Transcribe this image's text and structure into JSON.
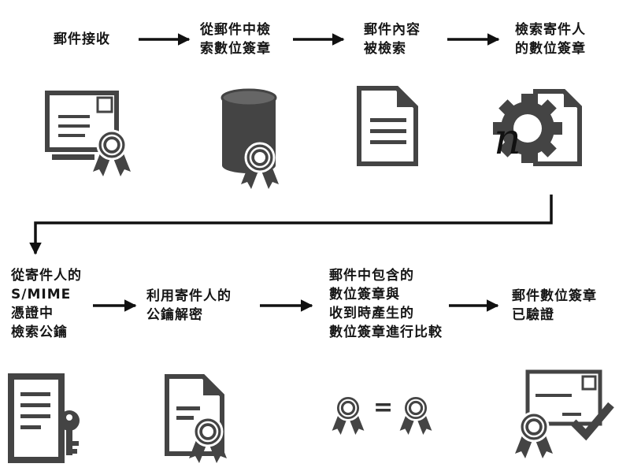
{
  "steps": [
    {
      "id": 1,
      "lines": [
        "郵件接收"
      ],
      "icon": "envelope-certificate-icon"
    },
    {
      "id": 2,
      "lines": [
        "從郵件中檢",
        "索數位簽章"
      ],
      "icon": "database-certificate-icon"
    },
    {
      "id": 3,
      "lines": [
        "郵件內容",
        "被檢索"
      ],
      "icon": "document-icon"
    },
    {
      "id": 4,
      "lines": [
        "檢索寄件人",
        "的數位簽章"
      ],
      "icon": "gear-document-icon"
    },
    {
      "id": 5,
      "lines": [
        "從寄件人的",
        "S/MIME",
        "憑證中",
        "檢索公鑰"
      ],
      "icon": "certificate-key-icon"
    },
    {
      "id": 6,
      "lines": [
        "利用寄件人的",
        "公鑰解密"
      ],
      "icon": "document-certificate-icon"
    },
    {
      "id": 7,
      "lines": [
        "郵件中包含的",
        "數位簽章與",
        "收到時產生的",
        "數位簽章進行比較"
      ],
      "icon": "certificate-equals-certificate-icon"
    },
    {
      "id": 8,
      "lines": [
        "郵件數位簽章",
        "已驗證"
      ],
      "icon": "envelope-certificate-check-icon"
    }
  ],
  "compare_symbol": "=",
  "math_glyph": "n",
  "colors": {
    "icon": "#444444",
    "arrow": "#111111",
    "text": "#151515"
  }
}
